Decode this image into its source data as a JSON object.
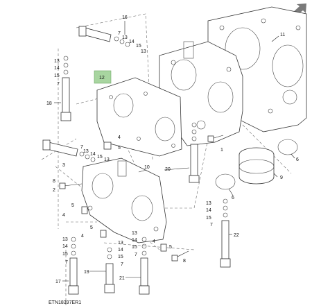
{
  "diagram": {
    "caption": "ETN18397ER1",
    "highlight_color": "#a8d5a0",
    "nav_arrow_color": "#7a7a7a",
    "labels": [
      {
        "id": "lbl-16",
        "text": "16"
      },
      {
        "id": "lbl-7a",
        "text": "7"
      },
      {
        "id": "lbl-13a",
        "text": "13"
      },
      {
        "id": "lbl-14a",
        "text": "14"
      },
      {
        "id": "lbl-15a",
        "text": "15"
      },
      {
        "id": "lbl-13b",
        "text": "13"
      },
      {
        "id": "lbl-11",
        "text": "11"
      },
      {
        "id": "lbl-12",
        "text": "12"
      },
      {
        "id": "lbl-13c",
        "text": "13"
      },
      {
        "id": "lbl-14b",
        "text": "14"
      },
      {
        "id": "lbl-15b",
        "text": "15"
      },
      {
        "id": "lbl-7b",
        "text": "7"
      },
      {
        "id": "lbl-18",
        "text": "18"
      },
      {
        "id": "lbl-4a",
        "text": "4"
      },
      {
        "id": "lbl-5a",
        "text": "5"
      },
      {
        "id": "lbl-7c",
        "text": "7"
      },
      {
        "id": "lbl-13d",
        "text": "13"
      },
      {
        "id": "lbl-14c",
        "text": "14"
      },
      {
        "id": "lbl-15c",
        "text": "15"
      },
      {
        "id": "lbl-13e",
        "text": "13"
      },
      {
        "id": "lbl-1",
        "text": "1"
      },
      {
        "id": "lbl-10",
        "text": "10"
      },
      {
        "id": "lbl-20",
        "text": "20"
      },
      {
        "id": "lbl-3",
        "text": "3"
      },
      {
        "id": "lbl-6a",
        "text": "6"
      },
      {
        "id": "lbl-9",
        "text": "9"
      },
      {
        "id": "lbl-6b",
        "text": "6"
      },
      {
        "id": "lbl-8",
        "text": "8"
      },
      {
        "id": "lbl-2",
        "text": "2"
      },
      {
        "id": "lbl-5b",
        "text": "5"
      },
      {
        "id": "lbl-4b",
        "text": "4"
      },
      {
        "id": "lbl-13f",
        "text": "13"
      },
      {
        "id": "lbl-14d",
        "text": "14"
      },
      {
        "id": "lbl-15d",
        "text": "15"
      },
      {
        "id": "lbl-7d",
        "text": "7"
      },
      {
        "id": "lbl-5c",
        "text": "5"
      },
      {
        "id": "lbl-4c",
        "text": "4"
      },
      {
        "id": "lbl-13g",
        "text": "13"
      },
      {
        "id": "lbl-14e",
        "text": "14"
      },
      {
        "id": "lbl-15e",
        "text": "15"
      },
      {
        "id": "lbl-7e",
        "text": "7"
      },
      {
        "id": "lbl-22",
        "text": "22"
      },
      {
        "id": "lbl-13h",
        "text": "13"
      },
      {
        "id": "lbl-14f",
        "text": "14"
      },
      {
        "id": "lbl-15f",
        "text": "15"
      },
      {
        "id": "lbl-7f",
        "text": "7"
      },
      {
        "id": "lbl-13i",
        "text": "13"
      },
      {
        "id": "lbl-14g",
        "text": "14"
      },
      {
        "id": "lbl-15g",
        "text": "15"
      },
      {
        "id": "lbl-7g",
        "text": "7"
      },
      {
        "id": "lbl-4d",
        "text": "4"
      },
      {
        "id": "lbl-5d",
        "text": "5"
      },
      {
        "id": "lbl-8b",
        "text": "8"
      },
      {
        "id": "lbl-17",
        "text": "17"
      },
      {
        "id": "lbl-19",
        "text": "19"
      },
      {
        "id": "lbl-21",
        "text": "21"
      }
    ]
  }
}
